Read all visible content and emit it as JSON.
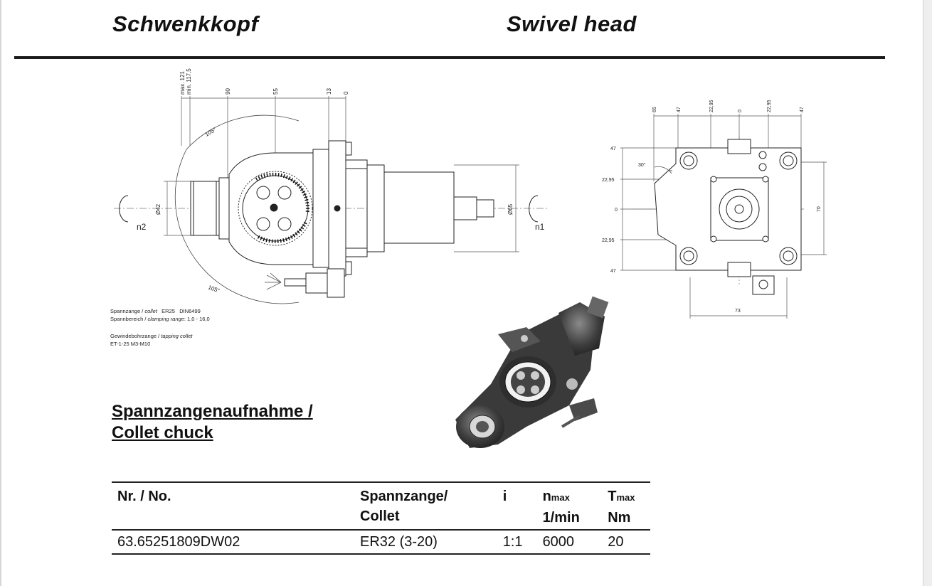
{
  "header": {
    "title_de": "Schwenkkopf",
    "title_en": "Swivel head"
  },
  "drawing": {
    "side_view": {
      "dims_top": [
        "max. 121",
        "min. 117,5",
        "90",
        "55",
        "13",
        "0"
      ],
      "angle_upper": "105°",
      "angle_lower": "105°",
      "dia_left": "Ø42",
      "dia_right": "Ø65",
      "speed_left": "n2",
      "speed_right": "n1"
    },
    "front_view": {
      "dims_top": [
        "65",
        "47",
        "22,95",
        "0",
        "22,95",
        "47"
      ],
      "dims_left": [
        "47",
        "22,95",
        "0",
        "22,95",
        "47"
      ],
      "angle": "30°",
      "dim_right": "70",
      "dim_bottom": "73"
    },
    "notes": {
      "collet_label": "Spannzange /",
      "collet_label_en": "collet",
      "collet_type": "ER25",
      "collet_std": "DIN6499",
      "range_label": "Spannbereich /",
      "range_label_en": "clamping range",
      "range_value": ": 1,0 - 16,0",
      "tap_label": "Gewindebohrzange /",
      "tap_label_en": "tapping collet",
      "tap_value": "ET-1-25 M3-M10"
    }
  },
  "section": {
    "heading_de": "Spannzangenaufnahme /",
    "heading_en": "Collet chuck"
  },
  "table": {
    "h_no": "Nr. / No.",
    "h_collet_1": "Spannzange/",
    "h_collet_2": "Collet",
    "h_ratio": "i",
    "h_n": "n",
    "h_n_sub": "max",
    "h_n_unit": "1/min",
    "h_t": "T",
    "h_t_sub": "max",
    "h_t_unit": "Nm",
    "rows": [
      {
        "no": "63.65251809DW02",
        "collet": "ER32 (3-20)",
        "ratio": "1:1",
        "n": "6000",
        "t": "20"
      }
    ]
  }
}
